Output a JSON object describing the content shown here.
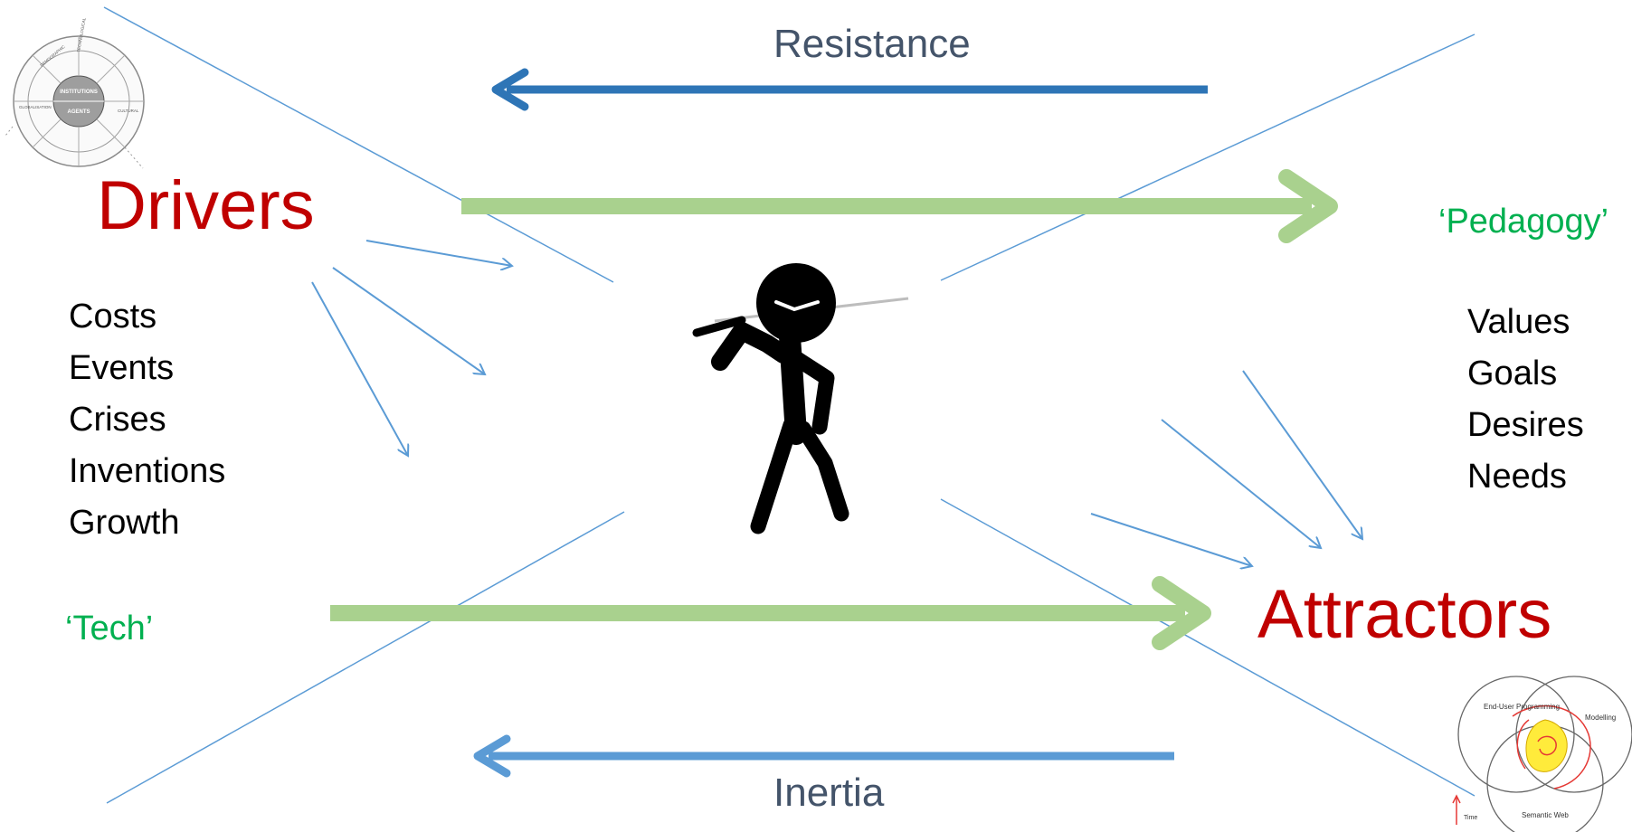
{
  "labels": {
    "resistance": "Resistance",
    "inertia": "Inertia",
    "drivers": "Drivers",
    "attractors": "Attractors",
    "pedagogy": "‘Pedagogy’",
    "tech": "‘Tech’"
  },
  "drivers_list": [
    "Costs",
    "Events",
    "Crises",
    "Inventions",
    "Growth"
  ],
  "attractors_list": [
    "Values",
    "Goals",
    "Desires",
    "Needs"
  ],
  "venn": {
    "circles": [
      "End-User Programming",
      "Modelling",
      "Semantic Web"
    ],
    "time_label": "Time"
  },
  "wheel": {
    "inner_top": "INSTITUTIONS",
    "inner_bottom": "AGENTS",
    "outer": [
      "GLOBALISATION",
      "TECHNOLOGICAL",
      "CULTURAL",
      "DEMOGRAPHIC"
    ]
  },
  "colors": {
    "title_red": "#c00000",
    "label_blue": "#44546a",
    "label_green": "#00b050",
    "arrow_dark_blue": "#2e75b6",
    "arrow_light_blue": "#5b9bd5",
    "arrow_green": "#a9d18e",
    "thin_line": "#5b9bd5"
  },
  "icons": [
    "ninja-figure-icon",
    "system-wheel-icon",
    "venn-diagram-icon"
  ]
}
